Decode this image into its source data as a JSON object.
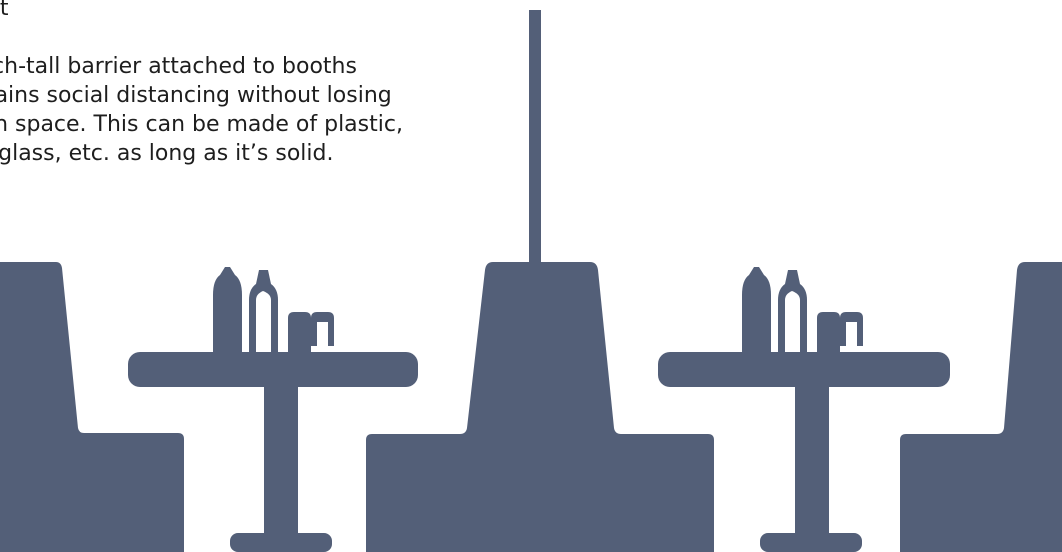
{
  "caption": {
    "lines": [
      "ght",
      "",
      "inch-tall barrier attached to booths",
      "ntains social distancing without losing",
      "oth space. This can be made of plastic,",
      "xi glass, etc. as long as it’s solid."
    ]
  },
  "illustration": {
    "fill_color": "#535f78",
    "background_color": "#ffffff",
    "icons": [
      "booth-seat-icon",
      "table-icon",
      "bottle-icon",
      "cup-icon",
      "barrier-icon"
    ]
  }
}
